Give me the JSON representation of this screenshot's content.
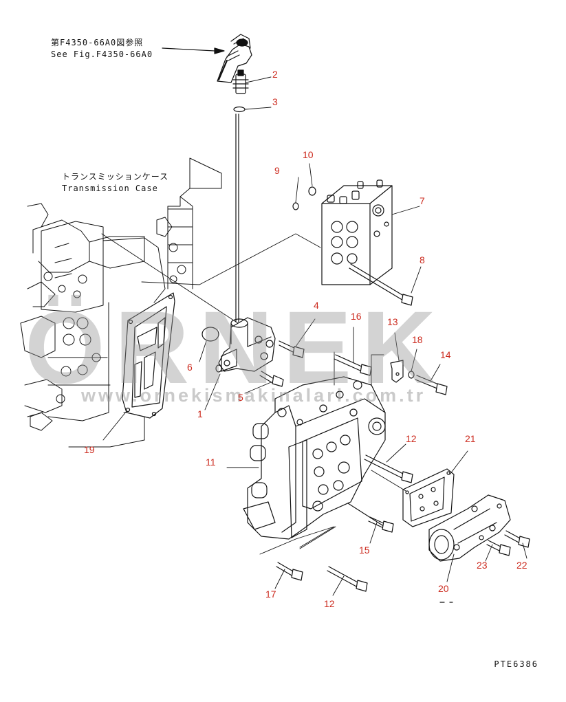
{
  "notes": {
    "ref_jp": "第F4350-66A0図参照",
    "ref_en": "See Fig.F4350-66A0",
    "case_jp": "トランスミッションケース",
    "case_en": "Transmission Case"
  },
  "callouts": [
    "1",
    "2",
    "3",
    "4",
    "5",
    "6",
    "7",
    "8",
    "9",
    "10",
    "11",
    "12",
    "12",
    "13",
    "14",
    "15",
    "16",
    "17",
    "18",
    "19",
    "20",
    "21",
    "22",
    "23"
  ],
  "drawing_code": "PTE6386",
  "watermark": {
    "brand": "ÖRNEK",
    "url": "www.ornekismakinalari.com.tr"
  },
  "colors": {
    "line": "#111111",
    "callout": "#cc2a1e",
    "watermark": "#969696"
  }
}
